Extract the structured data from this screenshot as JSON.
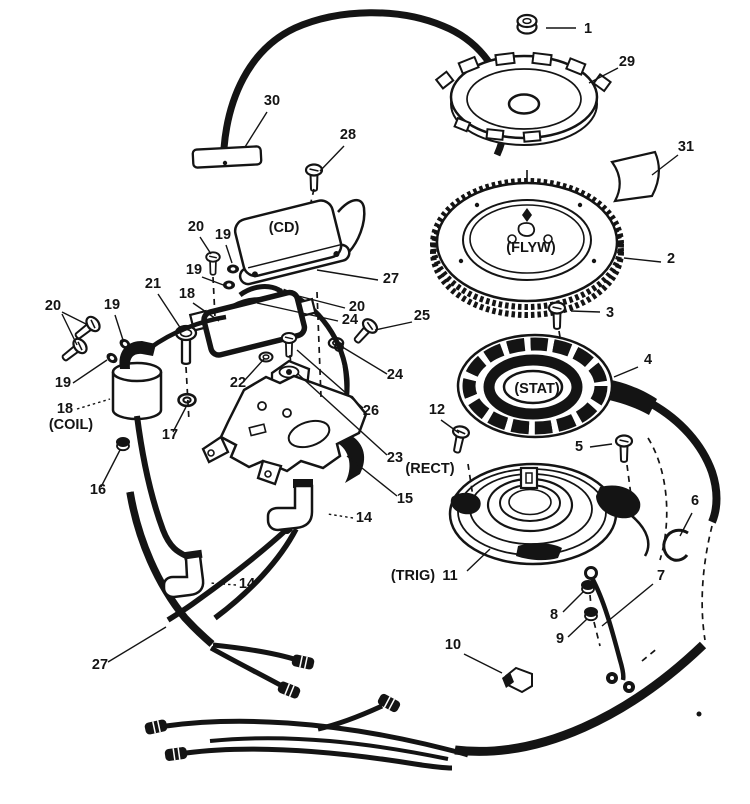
{
  "figure": {
    "type": "exploded-parts-diagram",
    "subject": "Outboard motor ignition system exploded view",
    "background_color": "#ffffff",
    "ink_color": "#141414",
    "component_tags": [
      "(CD)",
      "(FLYW)",
      "(STAT)",
      "(TRIG)",
      "(RECT)",
      "(COIL)"
    ],
    "part_numbers_visible": [
      "1",
      "2",
      "3",
      "4",
      "5",
      "6",
      "7",
      "8",
      "9",
      "10",
      "11",
      "12",
      "14",
      "15",
      "16",
      "17",
      "18",
      "19",
      "20",
      "21",
      "22",
      "23",
      "24",
      "25",
      "26",
      "27",
      "28",
      "29",
      "30",
      "31"
    ]
  },
  "callouts": [
    {
      "text": "1"
    },
    {
      "text": "29"
    },
    {
      "text": "31"
    },
    {
      "text": "2"
    },
    {
      "text": "(FLYW)"
    },
    {
      "text": "3"
    },
    {
      "text": "4"
    },
    {
      "text": "(STAT)"
    },
    {
      "text": "12"
    },
    {
      "text": "5"
    },
    {
      "text": "6"
    },
    {
      "text": "(TRIG)"
    },
    {
      "text": "11"
    },
    {
      "text": "7"
    },
    {
      "text": "8"
    },
    {
      "text": "9"
    },
    {
      "text": "10"
    },
    {
      "text": "30"
    },
    {
      "text": "28"
    },
    {
      "text": "(CD)"
    },
    {
      "text": "27"
    },
    {
      "text": "20"
    },
    {
      "text": "19"
    },
    {
      "text": "19"
    },
    {
      "text": "21"
    },
    {
      "text": "18"
    },
    {
      "text": "20"
    },
    {
      "text": "19"
    },
    {
      "text": "20"
    },
    {
      "text": "24"
    },
    {
      "text": "25"
    },
    {
      "text": "24"
    },
    {
      "text": "19"
    },
    {
      "text": "18"
    },
    {
      "text": "(COIL)"
    },
    {
      "text": "22"
    },
    {
      "text": "26"
    },
    {
      "text": "17"
    },
    {
      "text": "23"
    },
    {
      "text": "(RECT)"
    },
    {
      "text": "16"
    },
    {
      "text": "15"
    },
    {
      "text": "14"
    },
    {
      "text": "14"
    },
    {
      "text": "27"
    }
  ]
}
